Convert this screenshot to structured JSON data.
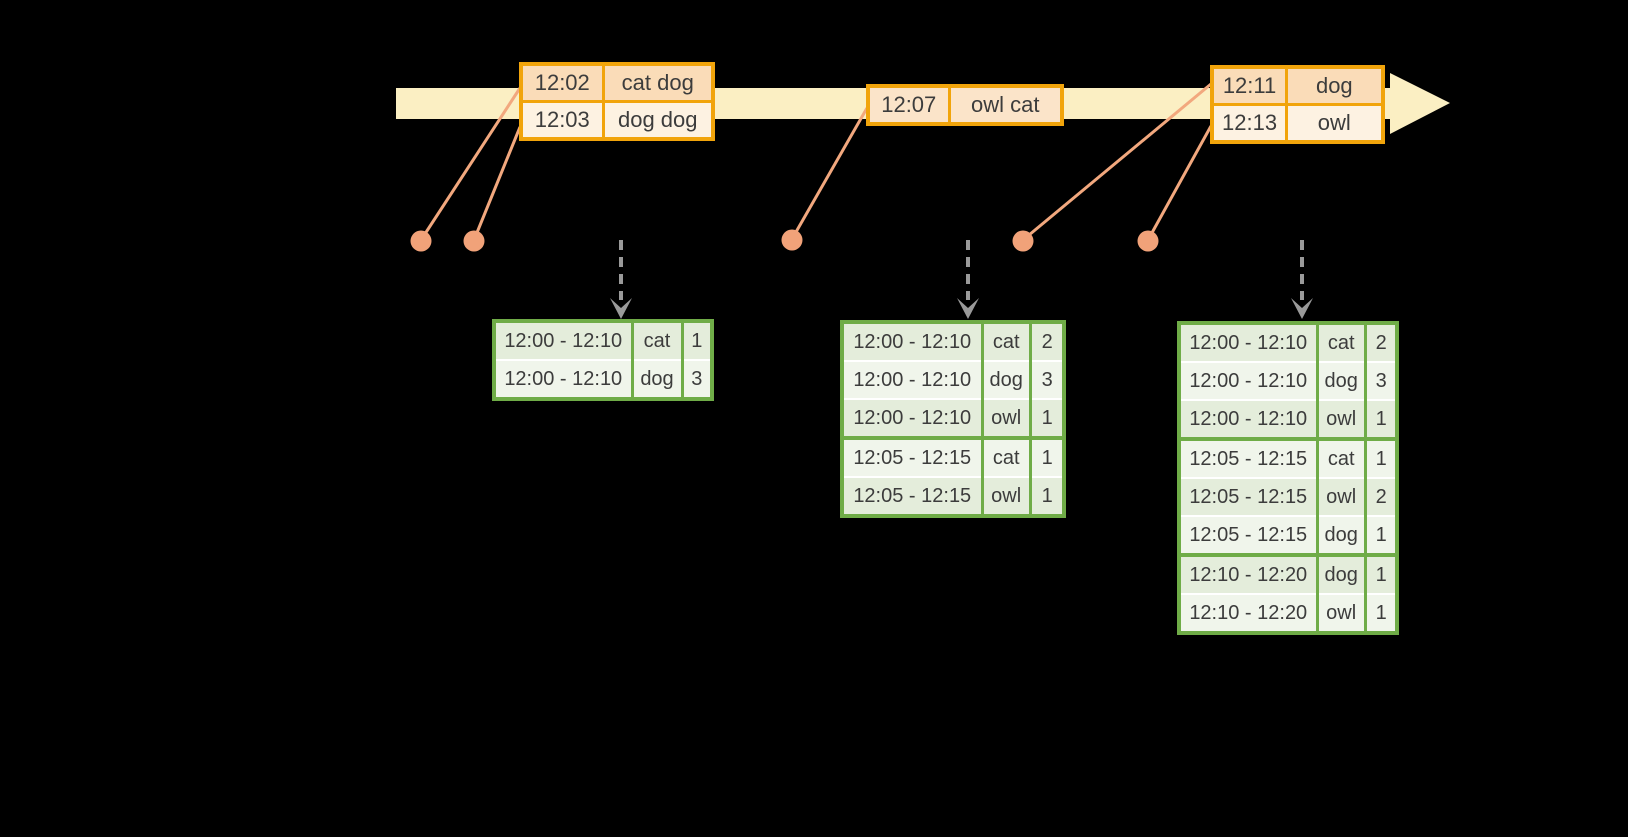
{
  "colors": {
    "background": "#000000",
    "timeline_fill": "#FBEFC3",
    "event_table_border": "#F1A40B",
    "event_row_dark": "#FADCB8",
    "event_row_light": "#FDF2E2",
    "event_row_mid": "#FBE4C9",
    "marker_salmon": "#F1A279",
    "result_table_border": "#6FAC47",
    "result_row_green": "#E4EDDB",
    "result_row_white": "#F0F5EB",
    "trigger_arrow_gray": "#9A9A9A",
    "text": "#3C3C3C"
  },
  "event_tables": [
    {
      "rows": [
        {
          "time": "12:02",
          "words": "cat dog"
        },
        {
          "time": "12:03",
          "words": "dog dog"
        }
      ]
    },
    {
      "rows": [
        {
          "time": "12:07",
          "words": "owl cat"
        }
      ]
    },
    {
      "rows": [
        {
          "time": "12:11",
          "words": "dog"
        },
        {
          "time": "12:13",
          "words": "owl"
        }
      ]
    }
  ],
  "result_tables": [
    {
      "rows": [
        {
          "window": "12:00 - 12:10",
          "word": "cat",
          "count": "1"
        },
        {
          "window": "12:00 - 12:10",
          "word": "dog",
          "count": "3"
        }
      ]
    },
    {
      "rows": [
        {
          "window": "12:00 - 12:10",
          "word": "cat",
          "count": "2"
        },
        {
          "window": "12:00 - 12:10",
          "word": "dog",
          "count": "3"
        },
        {
          "window": "12:00 - 12:10",
          "word": "owl",
          "count": "1"
        },
        {
          "window": "12:05 - 12:15",
          "word": "cat",
          "count": "1"
        },
        {
          "window": "12:05 - 12:15",
          "word": "owl",
          "count": "1"
        }
      ]
    },
    {
      "rows": [
        {
          "window": "12:00 - 12:10",
          "word": "cat",
          "count": "2"
        },
        {
          "window": "12:00 - 12:10",
          "word": "dog",
          "count": "3"
        },
        {
          "window": "12:00 - 12:10",
          "word": "owl",
          "count": "1"
        },
        {
          "window": "12:05 - 12:15",
          "word": "cat",
          "count": "1"
        },
        {
          "window": "12:05 - 12:15",
          "word": "owl",
          "count": "2"
        },
        {
          "window": "12:05 - 12:15",
          "word": "dog",
          "count": "1"
        },
        {
          "window": "12:10 - 12:20",
          "word": "dog",
          "count": "1"
        },
        {
          "window": "12:10 - 12:20",
          "word": "owl",
          "count": "1"
        }
      ]
    }
  ]
}
